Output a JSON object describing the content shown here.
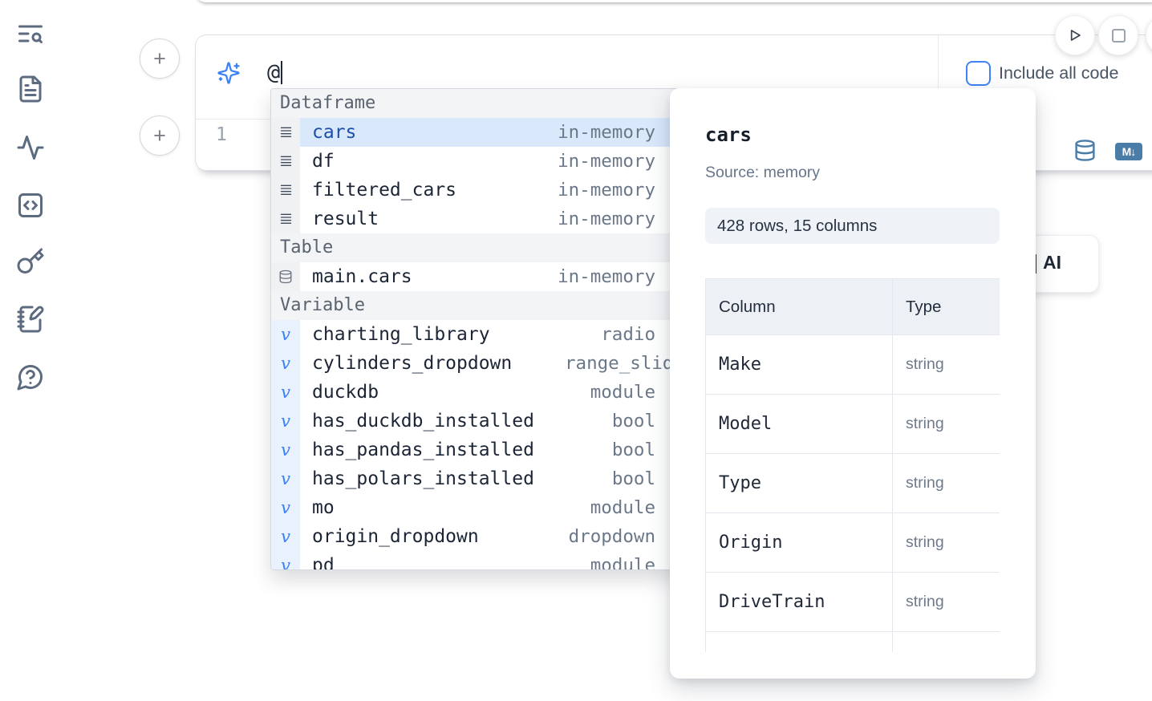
{
  "colors": {
    "accent_blue": "#3b82f6",
    "selection_bg": "#d9e8fb",
    "selected_text": "#1d4fa8",
    "steel_blue_icon": "#4a7ca8",
    "sidebar_icon": "#5d6b80",
    "muted_text": "#6b7889"
  },
  "sidebar": {
    "icons": [
      "text-search",
      "file-text",
      "activity",
      "square-code",
      "key",
      "notebook-pen",
      "help-chat"
    ]
  },
  "cell": {
    "add_button_label": "+",
    "ai_input": {
      "value": "@",
      "include_all_code_label": "Include all code",
      "include_all_code_checked": false
    },
    "editor": {
      "line_number": "1"
    },
    "actions": {
      "markdown_badge": "M↓"
    }
  },
  "autocomplete": {
    "sections": [
      {
        "label": "Dataframe",
        "items": [
          {
            "name": "cars",
            "type": "in-memory",
            "selected": true
          },
          {
            "name": "df",
            "type": "in-memory"
          },
          {
            "name": "filtered_cars",
            "type": "in-memory"
          },
          {
            "name": "result",
            "type": "in-memory"
          }
        ]
      },
      {
        "label": "Table",
        "items": [
          {
            "name": "main.cars",
            "type": "in-memory"
          }
        ]
      },
      {
        "label": "Variable",
        "items": [
          {
            "name": "charting_library",
            "type": "radio"
          },
          {
            "name": "cylinders_dropdown",
            "type": "range_slider"
          },
          {
            "name": "duckdb",
            "type": "module"
          },
          {
            "name": "has_duckdb_installed",
            "type": "bool"
          },
          {
            "name": "has_pandas_installed",
            "type": "bool"
          },
          {
            "name": "has_polars_installed",
            "type": "bool"
          },
          {
            "name": "mo",
            "type": "module"
          },
          {
            "name": "origin_dropdown",
            "type": "dropdown"
          },
          {
            "name": "pd",
            "type": "module",
            "partial": true
          }
        ]
      }
    ]
  },
  "preview": {
    "title": "cars",
    "source": "Source: memory",
    "shape": "428 rows, 15 columns",
    "table": {
      "headers": [
        "Column",
        "Type"
      ],
      "rows": [
        [
          "Make",
          "string"
        ],
        [
          "Model",
          "string"
        ],
        [
          "Type",
          "string"
        ],
        [
          "Origin",
          "string"
        ],
        [
          "DriveTrain",
          "string"
        ],
        [
          "",
          ""
        ]
      ]
    }
  },
  "ai_popover_button": {
    "label": "AI"
  }
}
